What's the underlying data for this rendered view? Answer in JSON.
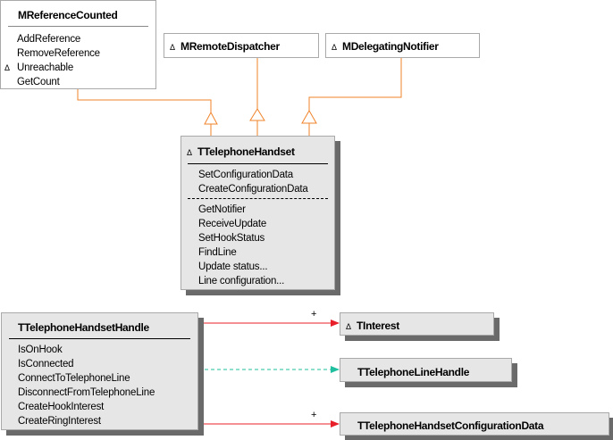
{
  "diagram": {
    "classes": {
      "reference_counted": {
        "name": "MReferenceCounted",
        "abstract": false,
        "operations": [
          {
            "label": "AddReference",
            "marker": ""
          },
          {
            "label": "RemoveReference",
            "marker": ""
          },
          {
            "label": "Unreachable",
            "marker": "Δ"
          },
          {
            "label": "GetCount",
            "marker": ""
          }
        ]
      },
      "remote_dispatcher": {
        "name": "MRemoteDispatcher",
        "marker": "Δ"
      },
      "delegating_notifier": {
        "name": "MDelegatingNotifier",
        "marker": "Δ"
      },
      "telephone_handset": {
        "name": "TTelephoneHandset",
        "marker": "Δ",
        "operations_group1": [
          "SetConfigurationData",
          "CreateConfigurationData"
        ],
        "operations_group2": [
          "GetNotifier",
          "ReceiveUpdate",
          "SetHookStatus",
          "FindLine",
          "Update status...",
          "Line configuration..."
        ]
      },
      "telephone_handset_handle": {
        "name": "TTelephoneHandsetHandle",
        "operations": [
          "IsOnHook",
          "IsConnected",
          "ConnectToTelephoneLine",
          "DisconnectFromTelephoneLine",
          "CreateHookInterest",
          "CreateRingInterest"
        ]
      },
      "interest": {
        "name": "TInterest",
        "marker": "Δ"
      },
      "telephone_line_handle": {
        "name": "TTelephoneLineHandle"
      },
      "handset_configuration_data": {
        "name": "TTelephoneHandsetConfigurationData"
      }
    },
    "relationships": [
      {
        "from": "TTelephoneHandset",
        "to": "MReferenceCounted",
        "type": "inheritance"
      },
      {
        "from": "TTelephoneHandset",
        "to": "MRemoteDispatcher",
        "type": "inheritance"
      },
      {
        "from": "TTelephoneHandset",
        "to": "MDelegatingNotifier",
        "type": "inheritance"
      },
      {
        "from": "TTelephoneHandsetHandle",
        "to": "TInterest",
        "type": "association",
        "label": "+"
      },
      {
        "from": "TTelephoneHandsetHandle",
        "to": "TTelephoneLineHandle",
        "type": "dependency",
        "label": ""
      },
      {
        "from": "TTelephoneHandsetHandle",
        "to": "TTelephoneHandsetConfigurationData",
        "type": "association",
        "label": "+"
      }
    ],
    "colors": {
      "inheritance": "#f0832a",
      "association": "#e8202a",
      "dependency": "#1fbf9f",
      "box_fill": "#e6e6e6",
      "shadow": "#6a6a6a",
      "border": "#a9a9a9"
    }
  }
}
